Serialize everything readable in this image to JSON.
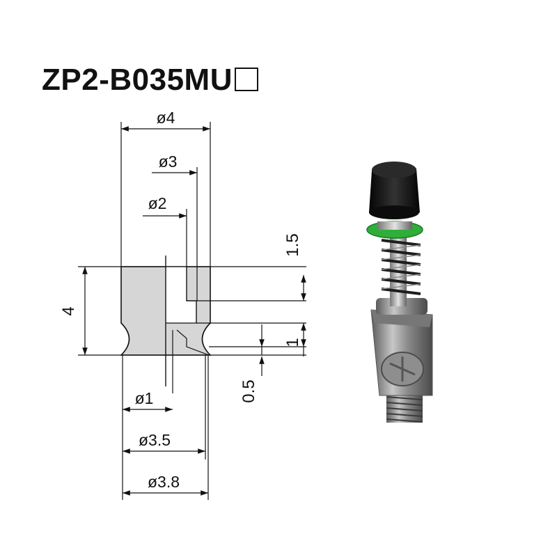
{
  "title": "ZP2-B035MU",
  "title_box": "□",
  "dimensions": {
    "d4": "ø4",
    "d3": "ø3",
    "d2": "ø2",
    "d1": "ø1",
    "d35": "ø3.5",
    "d38": "ø3.8",
    "h4": "4",
    "h15": "1.5",
    "h1": "1",
    "h05": "0.5"
  },
  "colors": {
    "pad_fill": "#d6d6d6",
    "line": "#111111",
    "rubber": "#141414",
    "oring": "#2fae3a",
    "steel": "#9a9a9a"
  },
  "photo": {
    "icon": "vacuum-pad-with-spring-buffer"
  }
}
